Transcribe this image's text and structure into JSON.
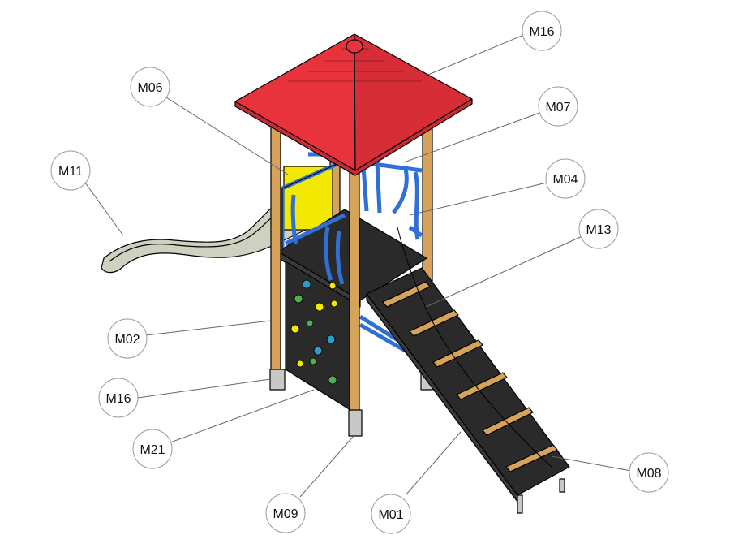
{
  "colors": {
    "roof": "#e8323c",
    "roof_dark": "#c92a33",
    "post": "#d7a35a",
    "post_dark": "#b07f3c",
    "rail": "#2f6fd6",
    "panel": "#2a2a2a",
    "slide": "#cfd0c0",
    "yellow": "#f2e800",
    "outline": "#000000",
    "label_line": "#666666"
  },
  "labels": {
    "m16_top": "M16",
    "m06": "M06",
    "m07": "M07",
    "m11": "M11",
    "m04": "M04",
    "m13": "M13",
    "m02": "M02",
    "m16_bottom": "M16",
    "m21": "M21",
    "m08": "M08",
    "m09": "M09",
    "m01": "M01"
  }
}
